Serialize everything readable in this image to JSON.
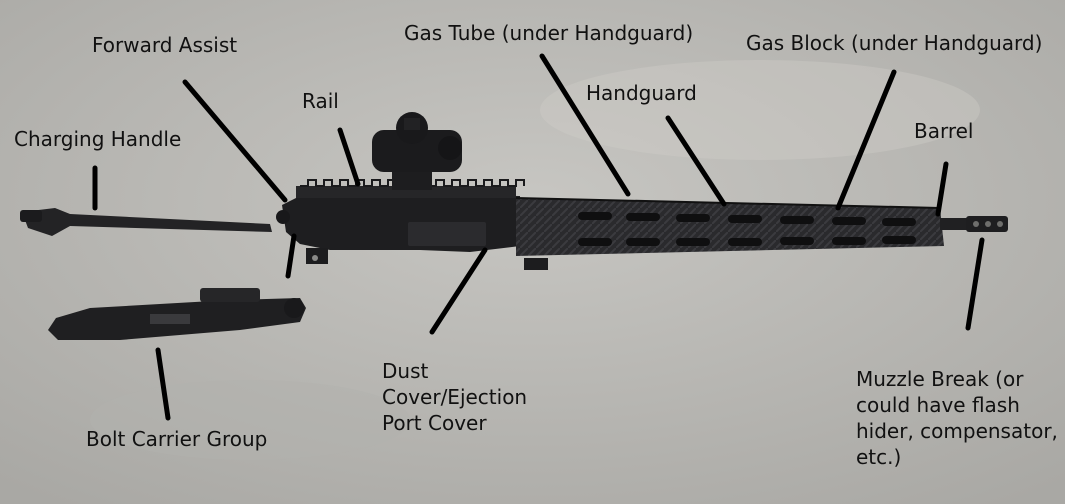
{
  "labels": {
    "forward_assist": "Forward Assist",
    "rail": "Rail",
    "charging_handle": "Charging Handle",
    "gas_tube": "Gas Tube (under Handguard)",
    "handguard": "Handguard",
    "gas_block": "Gas Block (under Handguard)",
    "barrel": "Barrel",
    "dust_cover": "Dust Cover/Ejection Port Cover",
    "bolt_carrier_group": "Bolt Carrier Group",
    "muzzle_break": "Muzzle Break (or could have flash hider, compensator, etc.)"
  },
  "colors": {
    "background_concrete": "#b9b8b4",
    "parts_black": "#1e1e20",
    "leader_lines": "#000000",
    "label_text": "#111111"
  }
}
